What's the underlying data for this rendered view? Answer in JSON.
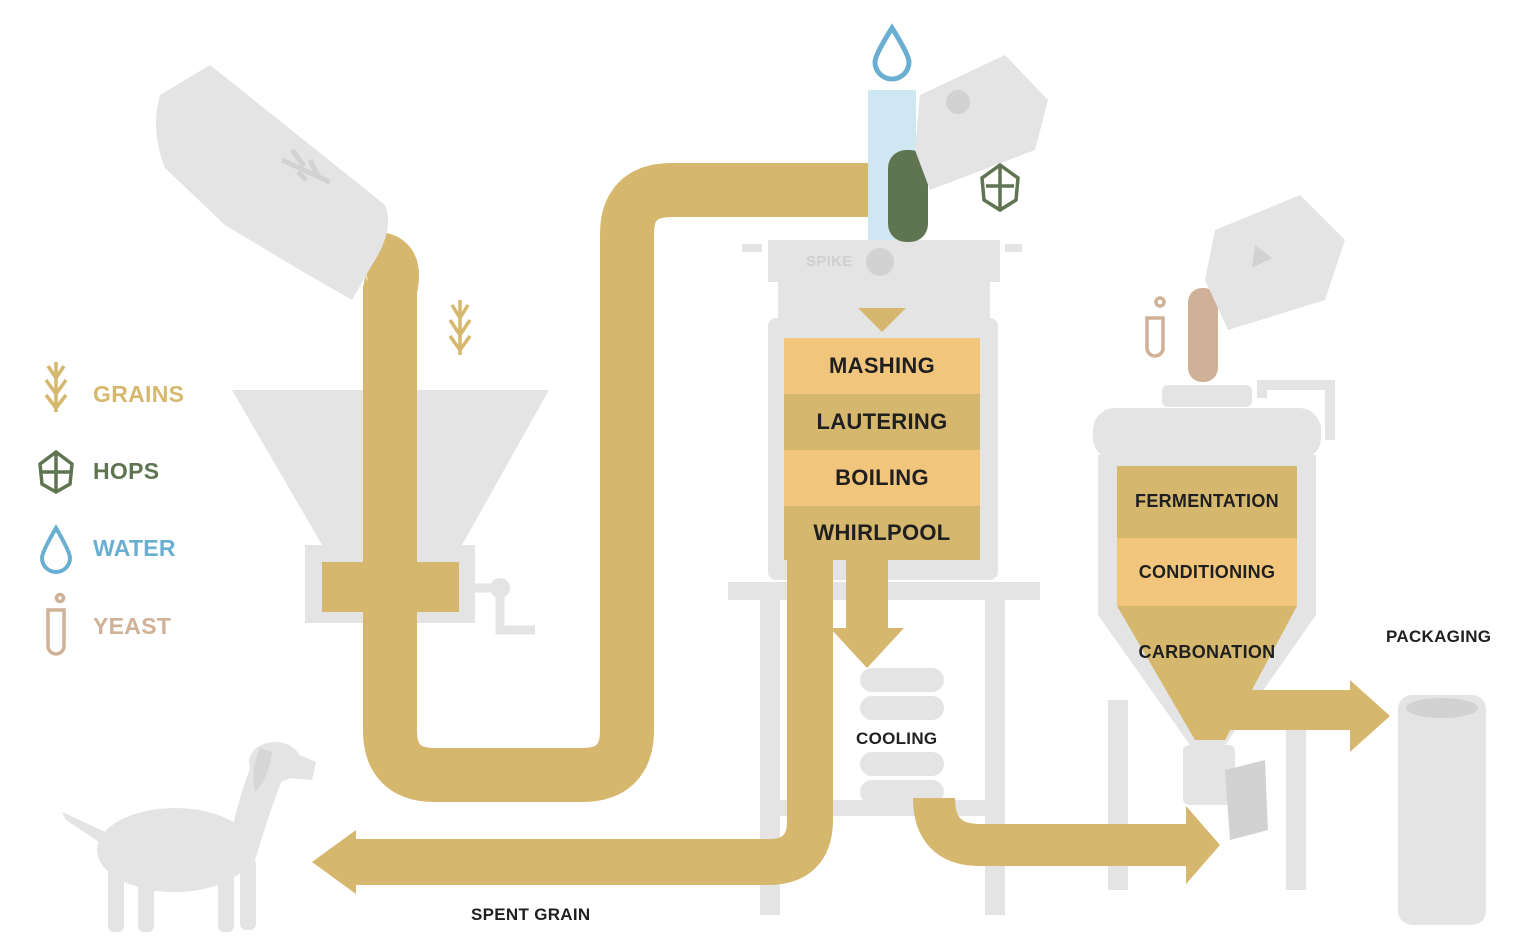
{
  "legend": [
    {
      "label": "GRAINS",
      "color": "#d6b76e",
      "icon": "wheat-icon"
    },
    {
      "label": "HOPS",
      "color": "#5f7552",
      "icon": "hop-icon"
    },
    {
      "label": "WATER",
      "color": "#6aaed1",
      "icon": "water-drop-icon"
    },
    {
      "label": "YEAST",
      "color": "#cfb197",
      "icon": "test-tube-icon"
    }
  ],
  "brewhouse": {
    "brand": "SPIKE",
    "steps": [
      "MASHING",
      "LAUTERING",
      "BOILING",
      "WHIRLPOOL"
    ]
  },
  "fermenter": {
    "steps": [
      "FERMENTATION",
      "CONDITIONING",
      "CARBONATION"
    ]
  },
  "labels": {
    "cooling": "COOLING",
    "packaging": "PACKAGING",
    "spent_grain": "SPENT GRAIN"
  },
  "colors": {
    "grain": "#d6b76e",
    "grain_light": "#f1c67c",
    "equipment": "#e4e4e4",
    "equipment_dark": "#d2d2d2",
    "hops": "#5f7552",
    "water": "#6aaed1",
    "yeast": "#cfb197",
    "text": "#1f1f1f"
  }
}
